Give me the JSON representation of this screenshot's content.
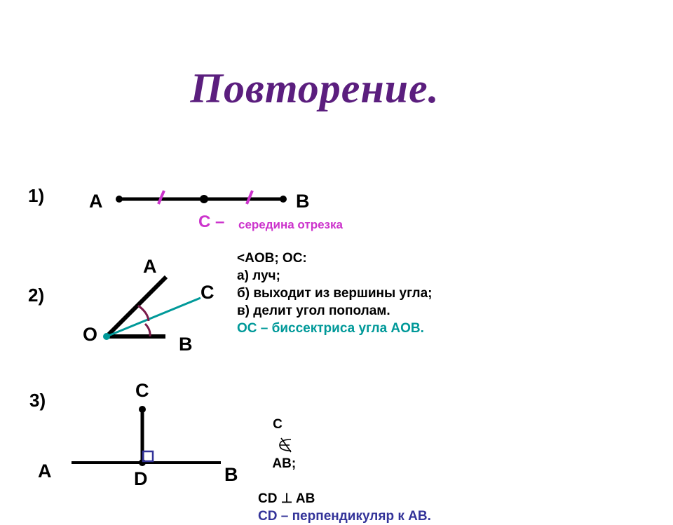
{
  "slide": {
    "title": "Повторение.",
    "s1": {
      "number": "1)",
      "label_a": "A",
      "label_b": "B",
      "caption_letter": "C –",
      "caption_text": "середина отрезка",
      "colors": {
        "ticks": "#cc33cc",
        "caption": "#cc33cc"
      }
    },
    "s2": {
      "number": "2)",
      "label_a": "A",
      "label_c": "C",
      "label_o": "O",
      "label_b": "B",
      "lines": [
        "<AOB; OC:",
        "а) луч;",
        "б) выходит из вершины угла;",
        "в) делит угол пополам."
      ],
      "conclusion": "OC – биссектриса угла AOB.",
      "colors": {
        "ray": "#009999",
        "arcs": "#7a1a4a",
        "conclusion": "#009999"
      }
    },
    "s3": {
      "number": "3)",
      "label_c": "C",
      "label_a": "A",
      "label_d": "D",
      "label_b": "B",
      "line1_c": "C",
      "line1_rest": "AB;",
      "line2": "CD ⊥ AB",
      "conclusion": "CD – перпендикуляр к AB.",
      "icons": {
        "not_belongs": "not-element-of-icon"
      },
      "colors": {
        "right_angle_mark": "#333399",
        "conclusion": "#333399"
      }
    }
  }
}
